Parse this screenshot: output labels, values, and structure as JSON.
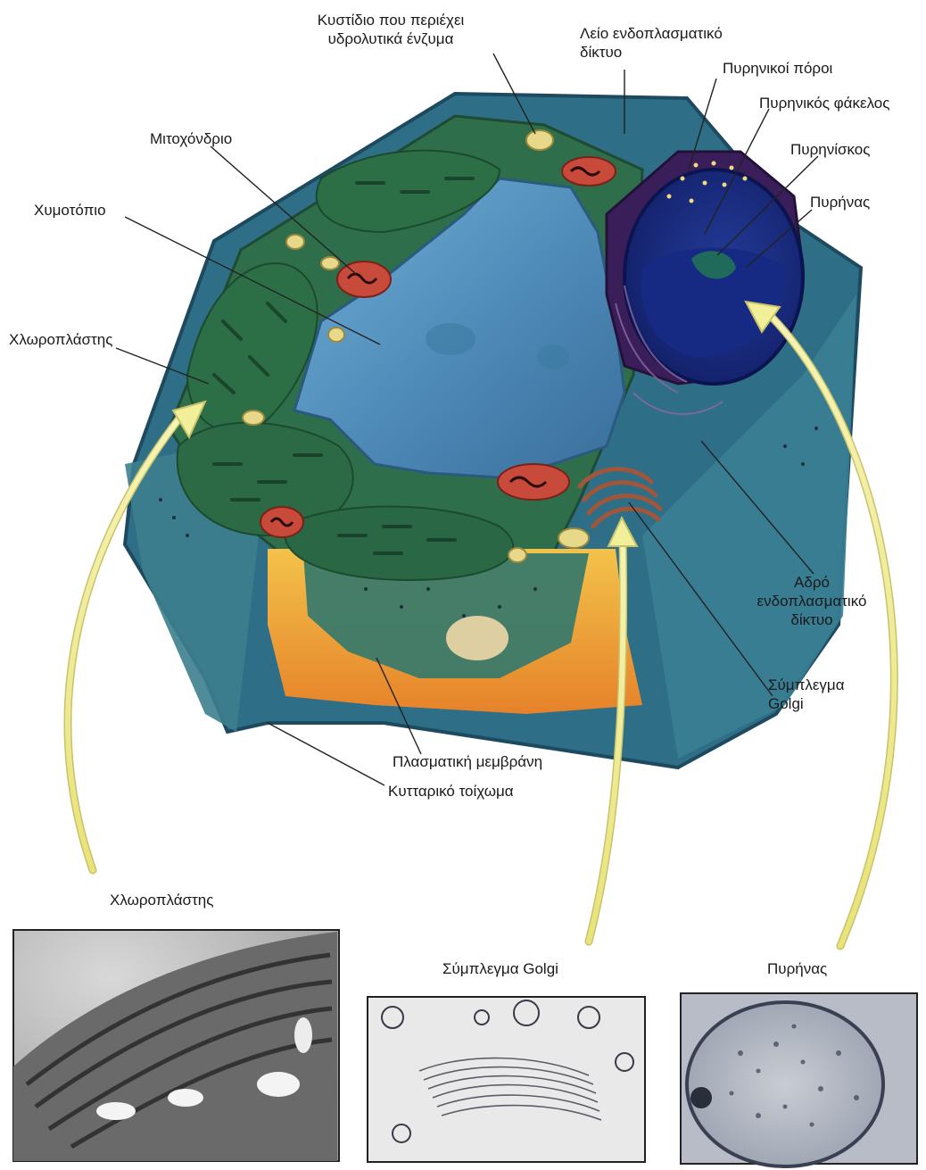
{
  "labels": {
    "vesicle_l1": "Κυστίδιο που περιέχει",
    "vesicle_l2": "υδρολυτικά ένζυμα",
    "smooth_er_l1": "Λείο ενδοπλασματικό",
    "smooth_er_l2": "δίκτυο",
    "nuclear_pores": "Πυρηνικοί  πόροι",
    "nuclear_envelope": "Πυρηνικός φάκελος",
    "nucleolus": "Πυρηνίσκος",
    "nucleus": "Πυρήνας",
    "mitochondrion": "Μιτοχόνδριο",
    "vacuole": "Χυμοτόπιο",
    "chloroplast": "Χλωροπλάστης",
    "rough_er_l1": "Αδρό",
    "rough_er_l2": "ενδοπλασματικό",
    "rough_er_l3": "δίκτυο",
    "golgi_l1": "Σύμπλεγμα",
    "golgi_l2": "Golgi",
    "plasma_membrane": "Πλασματική μεμβράνη",
    "cell_wall": "Κυτταρικό τοίχωμα"
  },
  "micrographs": {
    "chloroplast_title": "Χλωροπλάστης",
    "golgi_title": "Σύμπλεγμα Golgi",
    "nucleus_title": "Πυρήνας"
  },
  "colors": {
    "cell_green": "#2f6e4a",
    "cytoplasm_teal": "#3f7f86",
    "vacuole_blue": "#4f8fb8",
    "nucleus_navy": "#1a2a7a",
    "er_purple": "#3a1e5a",
    "mitochondria_red": "#c84a3a",
    "golgi_brown": "#a0563a",
    "cell_wall_orange": "#e8902a",
    "arrow_yellow": "#f2ef9a"
  }
}
